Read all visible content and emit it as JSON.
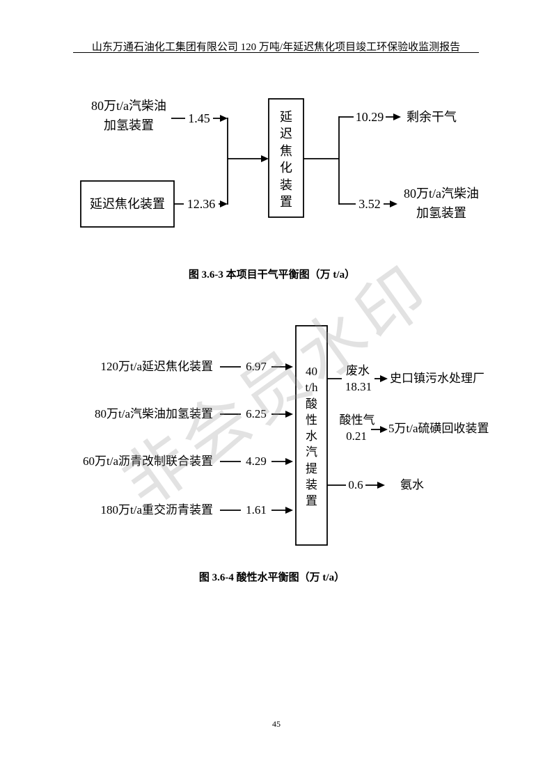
{
  "header": {
    "title": "山东万通石油化工集团有限公司 120 万吨/年延迟焦化项目竣工环保验收监测报告"
  },
  "figure_1": {
    "caption": "图 3.6-3  本项目干气平衡图（万 t/a）",
    "input_diesel_unit": {
      "lines": [
        "80万t/a汽柴油",
        "加氢装置"
      ],
      "flow": "1.45"
    },
    "input_coking_unit": {
      "label": "延迟焦化装置",
      "flow": "12.36"
    },
    "center_unit": {
      "lines": [
        "延",
        "迟",
        "焦",
        "化",
        "装",
        "置"
      ]
    },
    "output_dry_gas": {
      "flow": "10.29",
      "label": "剩余干气"
    },
    "output_diesel_unit": {
      "flow": "3.52",
      "lines": [
        "80万t/a汽柴油",
        "加氢装置"
      ]
    }
  },
  "figure_2": {
    "caption": "图 3.6-4  酸性水平衡图（万 t/a）",
    "inputs": [
      {
        "source": "120万t/a延迟焦化装置",
        "flow": "6.97"
      },
      {
        "source": "80万t/a汽柴油加氢装置",
        "flow": "6.25"
      },
      {
        "source": "60万t/a沥青改制联合装置",
        "flow": "4.29"
      },
      {
        "source": "180万t/a重交沥青装置",
        "flow": "1.61"
      }
    ],
    "center_unit": {
      "lines": [
        "40",
        "t/h",
        "酸",
        "性",
        "水",
        "汽",
        "提",
        "装",
        "置"
      ]
    },
    "outputs": [
      {
        "stream": "废水",
        "flow": "18.31",
        "target": "史口镇污水处理厂"
      },
      {
        "stream": "酸性气",
        "flow": "0.21",
        "target": "5万t/a硫磺回收装置"
      },
      {
        "flow": "0.6",
        "target": "氨水"
      }
    ]
  },
  "watermark": "非会员水印",
  "page_number": "45"
}
